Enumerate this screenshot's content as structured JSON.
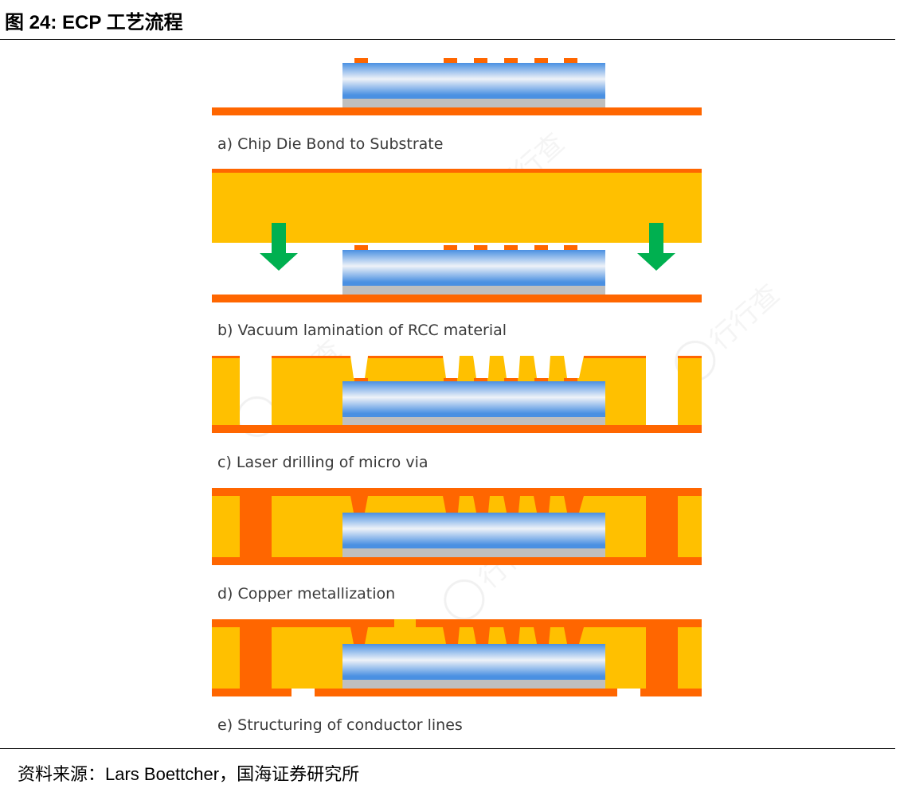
{
  "figure": {
    "title": "图 24:  ECP 工艺流程"
  },
  "steps": [
    {
      "id": "a",
      "caption": "a) Chip Die Bond to Substrate"
    },
    {
      "id": "b",
      "caption": "b) Vacuum lamination of RCC material"
    },
    {
      "id": "c",
      "caption": "c) Laser drilling of micro via"
    },
    {
      "id": "d",
      "caption": "d) Copper metallization"
    },
    {
      "id": "e",
      "caption": "e) Structuring of conductor lines"
    }
  ],
  "source": {
    "text": "资料来源：Lars Boettcher，国海证券研究所"
  },
  "colors": {
    "copper": "#FF6600",
    "resin": "#FFC000",
    "die_blue": "#4A90E2",
    "die_white": "#EAF0F8",
    "die_gray": "#BFBFBF",
    "arrow_green": "#00B050"
  },
  "watermark": {
    "text": "行行查"
  }
}
